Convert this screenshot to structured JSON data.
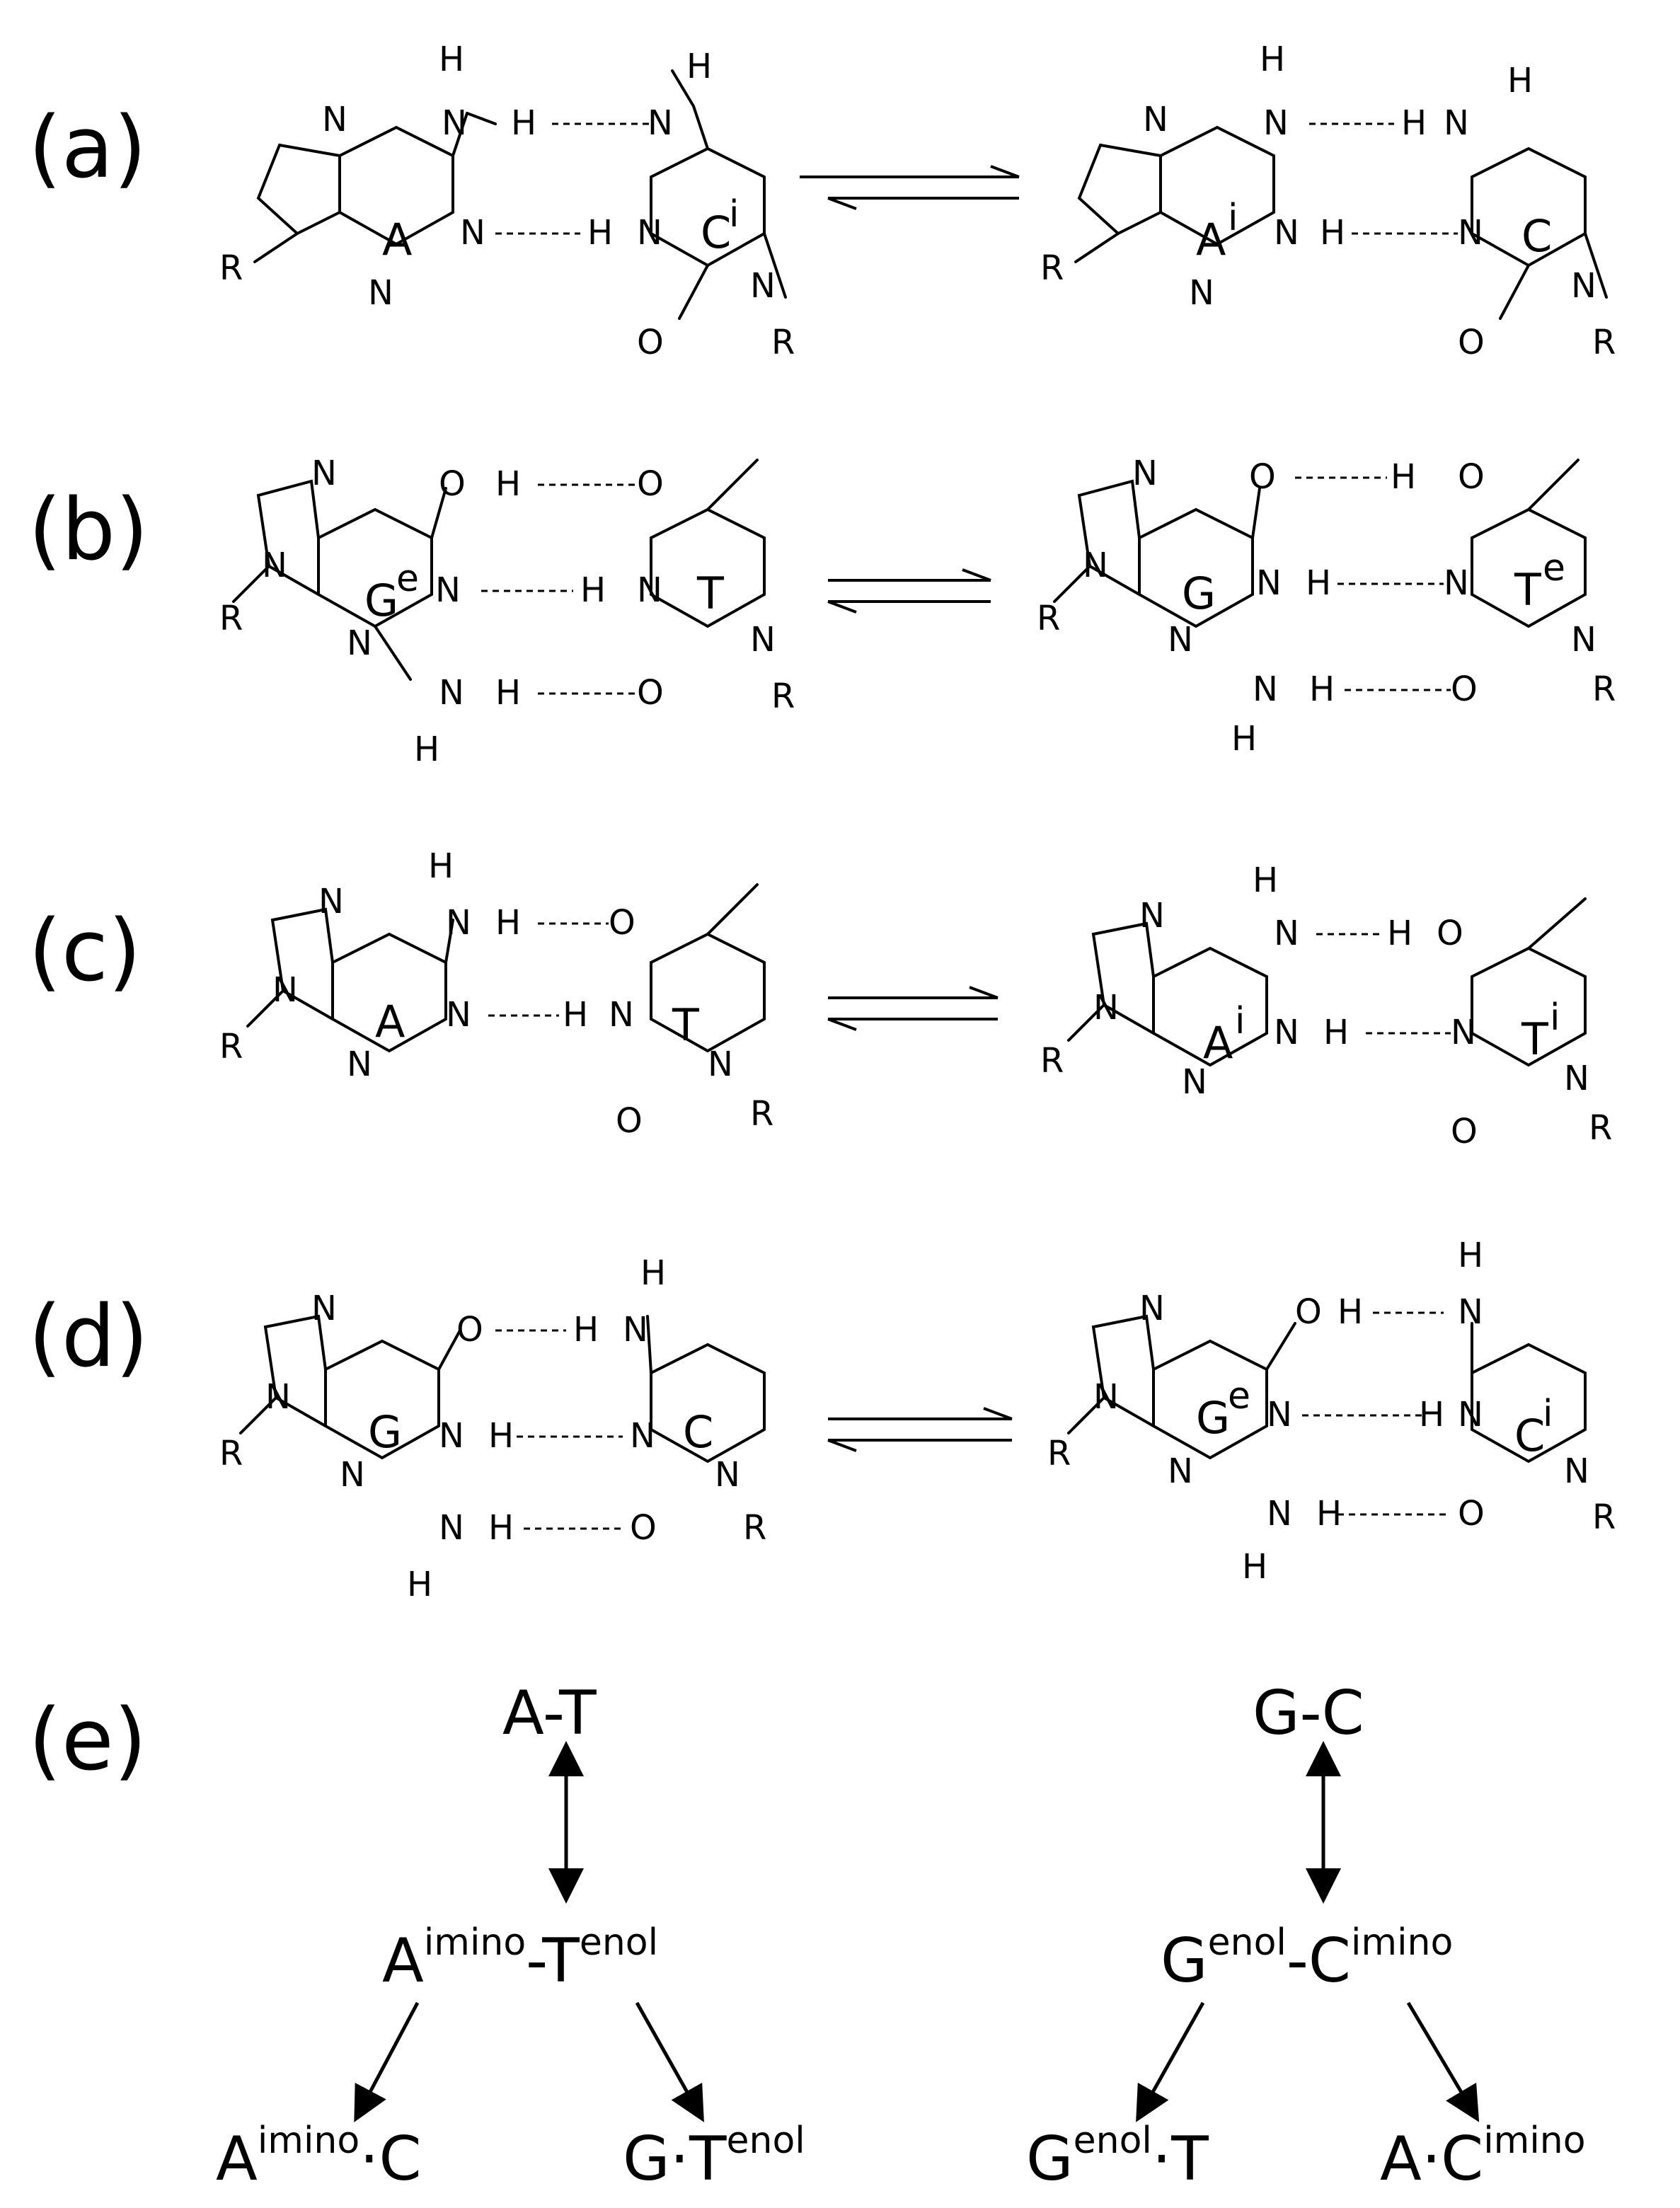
{
  "panels": {
    "a": {
      "label": "(a)",
      "left": {
        "ring1": "A",
        "ring1_sup": "",
        "ring2": "C",
        "ring2_sup": "i"
      },
      "right": {
        "ring1": "A",
        "ring1_sup": "i",
        "ring2": "C",
        "ring2_sup": ""
      }
    },
    "b": {
      "label": "(b)",
      "left": {
        "ring1": "G",
        "ring1_sup": "e",
        "ring2": "T",
        "ring2_sup": ""
      },
      "right": {
        "ring1": "G",
        "ring1_sup": "",
        "ring2": "T",
        "ring2_sup": "e"
      }
    },
    "c": {
      "label": "(c)",
      "left": {
        "ring1": "A",
        "ring1_sup": "",
        "ring2": "T",
        "ring2_sup": ""
      },
      "right": {
        "ring1": "A",
        "ring1_sup": "i",
        "ring2": "T",
        "ring2_sup": "i"
      }
    },
    "d": {
      "label": "(d)",
      "left": {
        "ring1": "G",
        "ring1_sup": "",
        "ring2": "C",
        "ring2_sup": ""
      },
      "right": {
        "ring1": "G",
        "ring1_sup": "e",
        "ring2": "C",
        "ring2_sup": "i"
      }
    }
  },
  "atoms": {
    "N": "N",
    "H": "H",
    "O": "O",
    "R": "R"
  },
  "scheme": {
    "label": "(e)",
    "at": {
      "top": "A-T",
      "mid": {
        "a": "A",
        "a_sup": "imino",
        "dash": "-T",
        "t_sup": "enol"
      },
      "left": {
        "base": "A",
        "sup": "imino",
        "rest": "·C"
      },
      "right": {
        "base": "G·T",
        "sup": "enol"
      }
    },
    "gc": {
      "top": "G-C",
      "mid": {
        "g": "G",
        "g_sup": "enol",
        "dash": "-C",
        "c_sup": "imino"
      },
      "left": {
        "base": "G",
        "sup": "enol",
        "rest": "·T"
      },
      "right": {
        "base": "A·C",
        "sup": "imino"
      }
    }
  }
}
